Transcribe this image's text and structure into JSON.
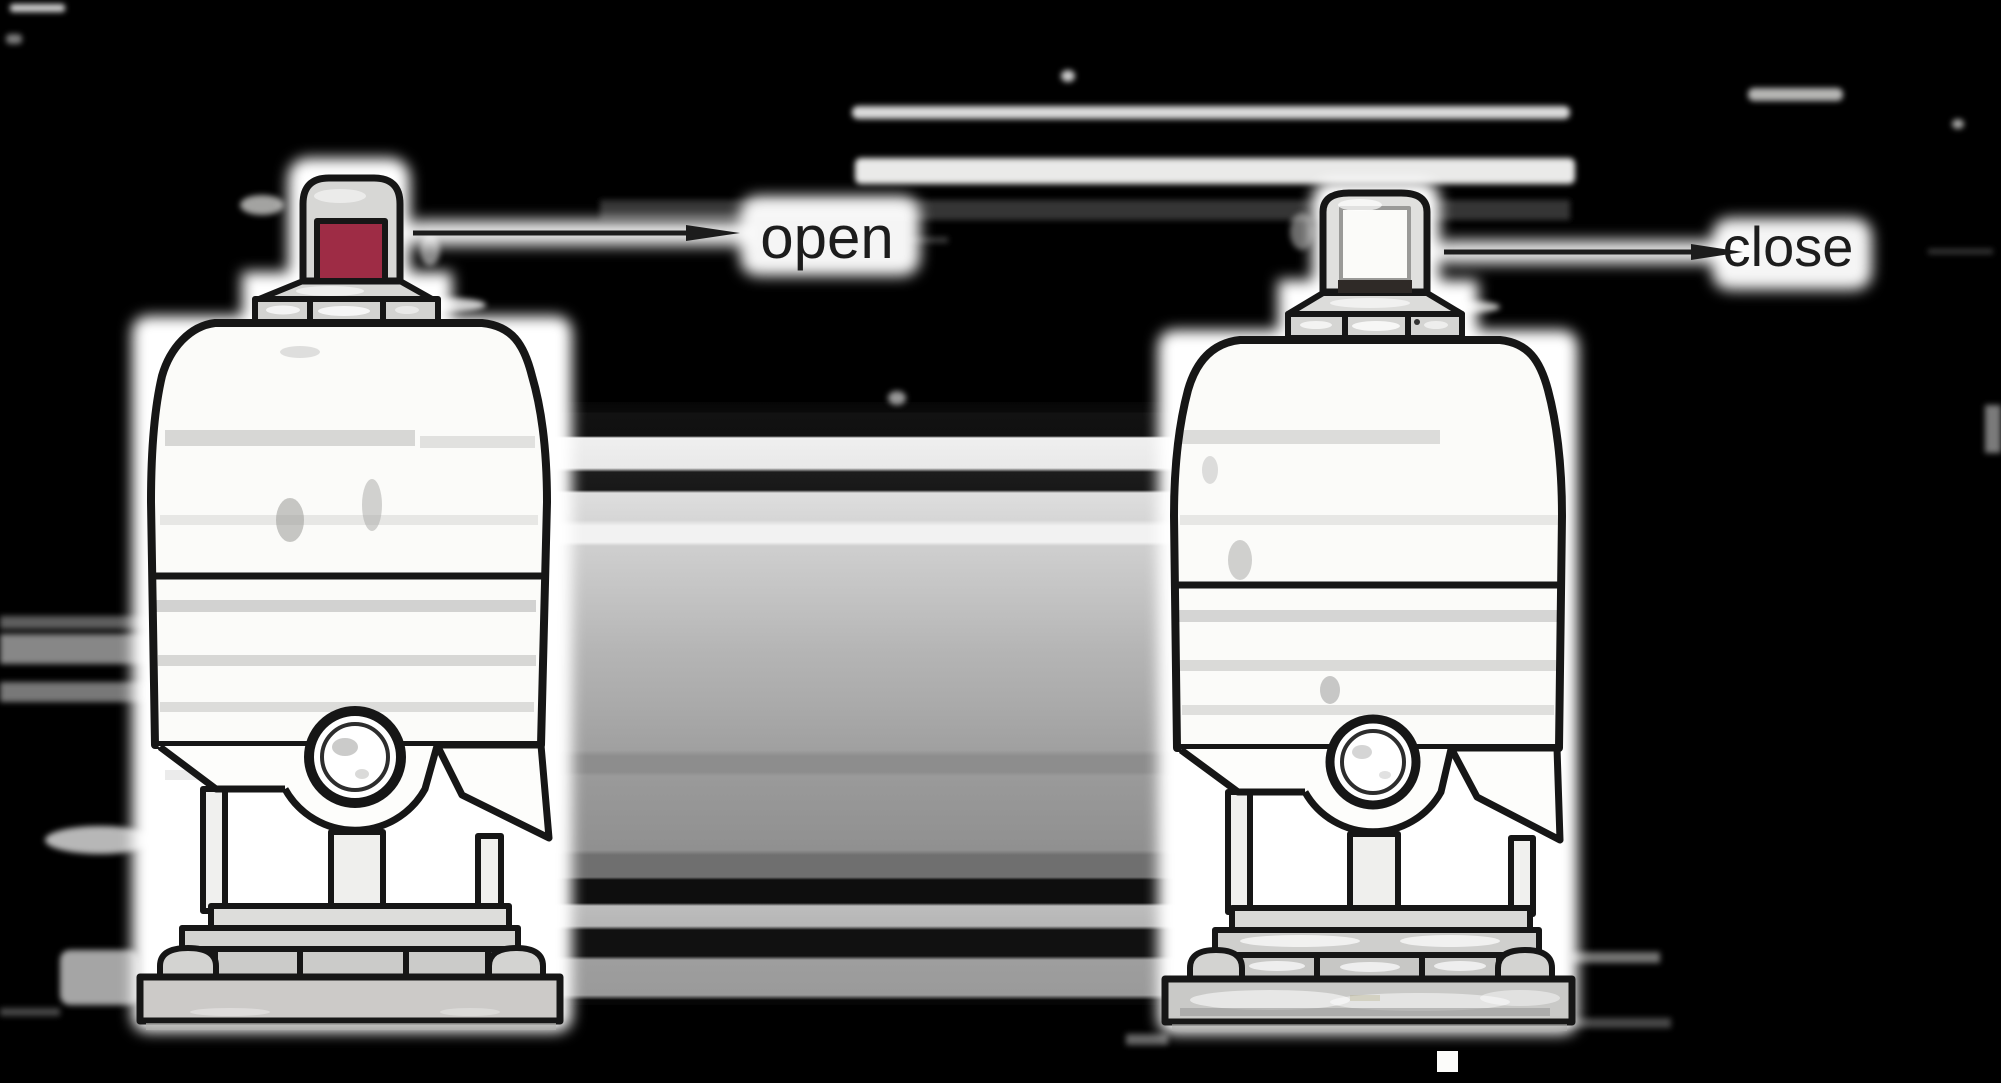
{
  "diagram": {
    "background_color": "#000000",
    "outline_color": "#1a1a1a",
    "devices": [
      {
        "position": "left",
        "state_label": "open",
        "indicator": "raised",
        "indicator_color": "#9e2c45"
      },
      {
        "position": "right",
        "state_label": "close",
        "indicator": "retracted",
        "indicator_color": "#f7f7f5"
      }
    ],
    "annotations": [
      {
        "label": "open",
        "arrow_direction": "right"
      },
      {
        "label": "close",
        "arrow_direction": "right"
      }
    ]
  }
}
